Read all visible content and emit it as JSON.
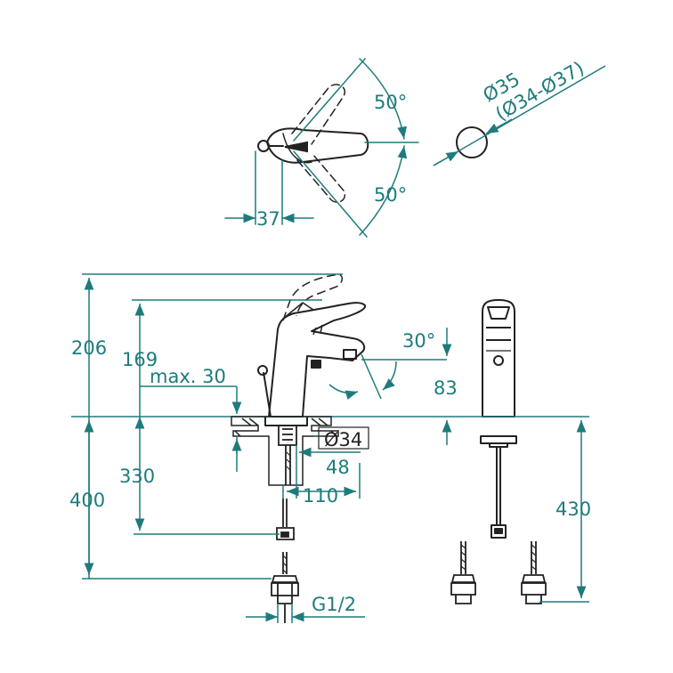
{
  "colors": {
    "dimension": "#1f7b7b",
    "outline": "#222222",
    "background": "#ffffff"
  },
  "top_view": {
    "angle_upper": "50°",
    "angle_lower": "50°",
    "width": "37"
  },
  "hole": {
    "diameter": "Ø35",
    "range": "(Ø34-Ø37)"
  },
  "side_view": {
    "height_total": "206",
    "height_spout": "169",
    "max_thickness": "max. 30",
    "spout_angle": "30°",
    "spout_height": "83",
    "shank_diameter": "Ø34",
    "spout_reach_a": "48",
    "spout_reach_b": "110",
    "hose_length": "330",
    "supply_length": "400",
    "connection": "G1/2"
  },
  "front_view": {
    "rod_length": "430"
  }
}
